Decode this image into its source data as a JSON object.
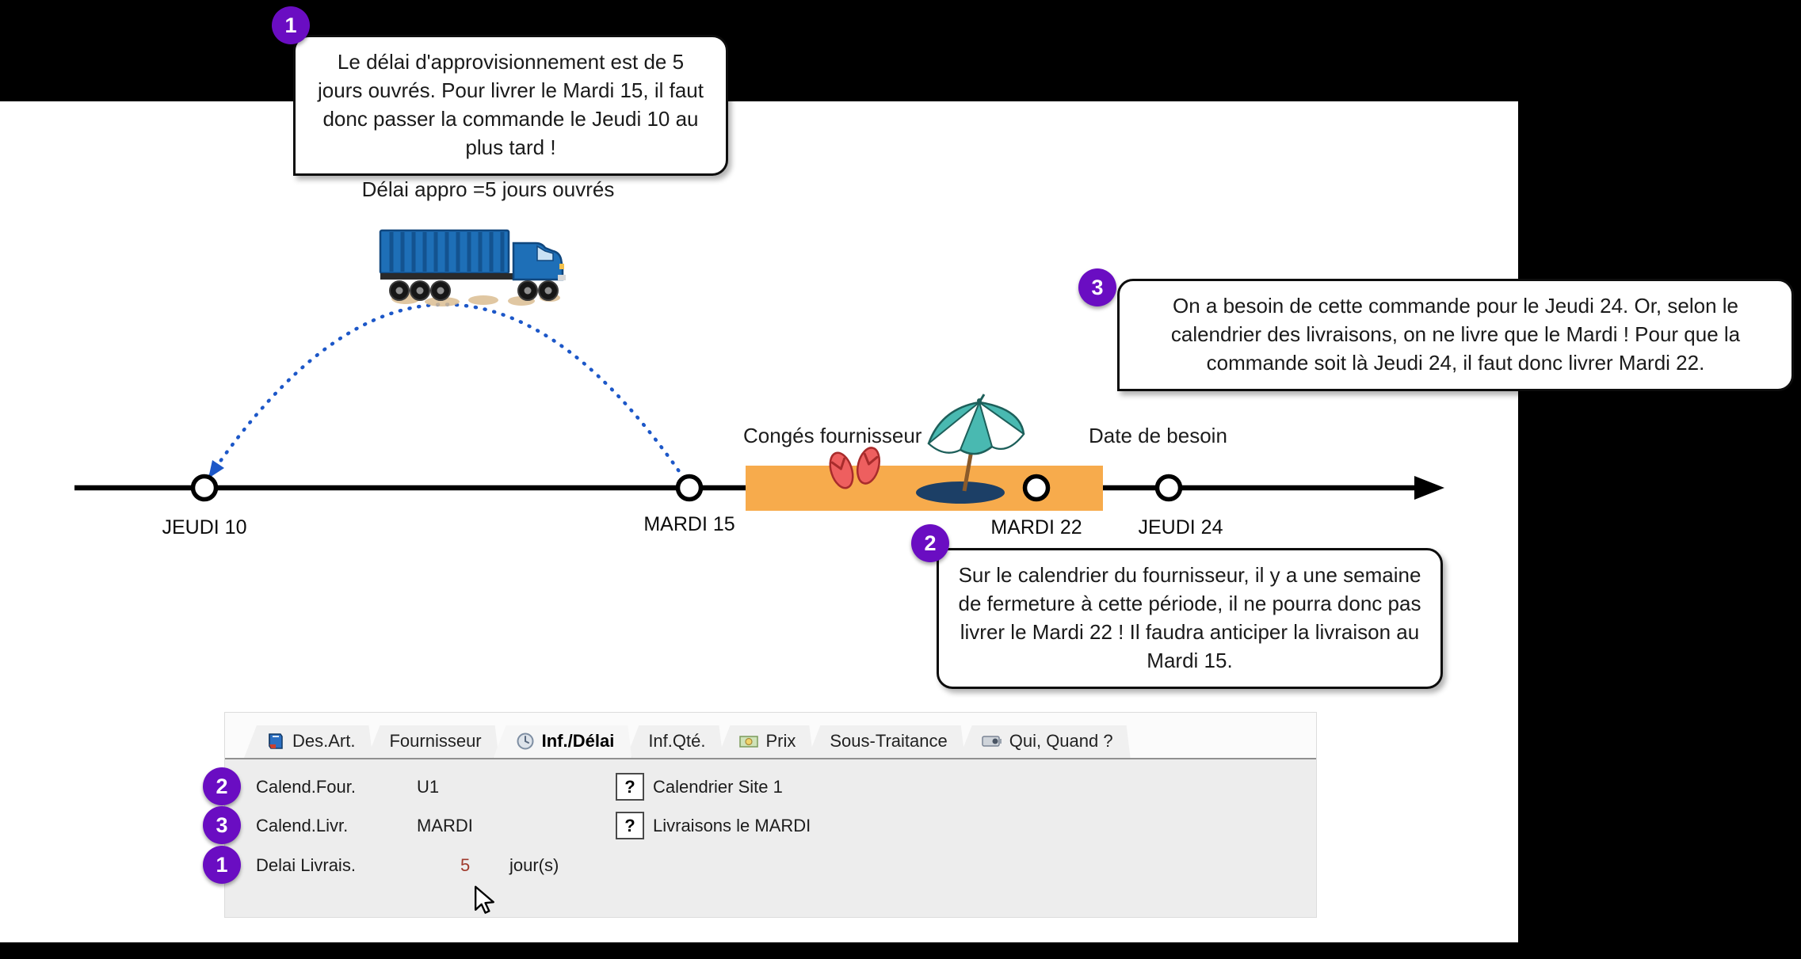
{
  "colors": {
    "badge_purple": "#6a0dc2",
    "vacation_orange": "#f7ab4c",
    "truck_blue": "#1e6fb7",
    "arc_blue": "#1c57c8",
    "panel_gray": "#ededed",
    "value_red": "#a03c2e"
  },
  "icons": {
    "truck": "truck-icon",
    "umbrella": "beach-umbrella-icon",
    "flip_flops": "flip-flops-icon",
    "cursor": "mouse-cursor-icon",
    "des_art_tab": "book-icon",
    "inf_delai_tab": "clock-icon",
    "prix_tab": "banknote-icon",
    "qui_quand_tab": "screen-icon",
    "help": "question-mark-icon"
  },
  "callouts": {
    "c1": {
      "badge": "1",
      "text": "Le délai d'approvisionnement est de 5 jours ouvrés. Pour livrer le Mardi 15, il faut donc passer la commande le Jeudi 10 au plus tard !"
    },
    "c2": {
      "badge": "2",
      "text": "Sur le calendrier du fournisseur, il y a une semaine de fermeture à cette période, il ne pourra donc pas livrer le Mardi 22 ! Il faudra anticiper la livraison au Mardi 15."
    },
    "c3": {
      "badge": "3",
      "text": "On a besoin de cette commande pour le Jeudi 24. Or, selon le calendrier des livraisons, on ne livre que le Mardi ! Pour que la commande soit là Jeudi 24, il faut donc livrer Mardi 22."
    }
  },
  "timeline": {
    "delay_label": "Délai appro =5 jours ouvrés",
    "vacation_label": "Congés fournisseur",
    "need_label": "Date de besoin",
    "dates": [
      "JEUDI 10",
      "MARDI 15",
      "MARDI 22",
      "JEUDI 24"
    ]
  },
  "panel": {
    "tabs": [
      {
        "label": "Des.Art.",
        "selected": false
      },
      {
        "label": "Fournisseur",
        "selected": false
      },
      {
        "label": "Inf./Délai",
        "selected": true
      },
      {
        "label": "Inf.Qté.",
        "selected": false
      },
      {
        "label": "Prix",
        "selected": false
      },
      {
        "label": "Sous-Traitance",
        "selected": false
      },
      {
        "label": "Qui, Quand ?",
        "selected": false
      }
    ],
    "rows": [
      {
        "badge": "2",
        "label": "Calend.Four.",
        "value": "U1",
        "help": "?",
        "desc": "Calendrier Site 1"
      },
      {
        "badge": "3",
        "label": "Calend.Livr.",
        "value": "MARDI",
        "help": "?",
        "desc": "Livraisons le MARDI"
      },
      {
        "badge": "1",
        "label": "Delai Livrais.",
        "value": "5",
        "unit": "jour(s)"
      }
    ]
  }
}
